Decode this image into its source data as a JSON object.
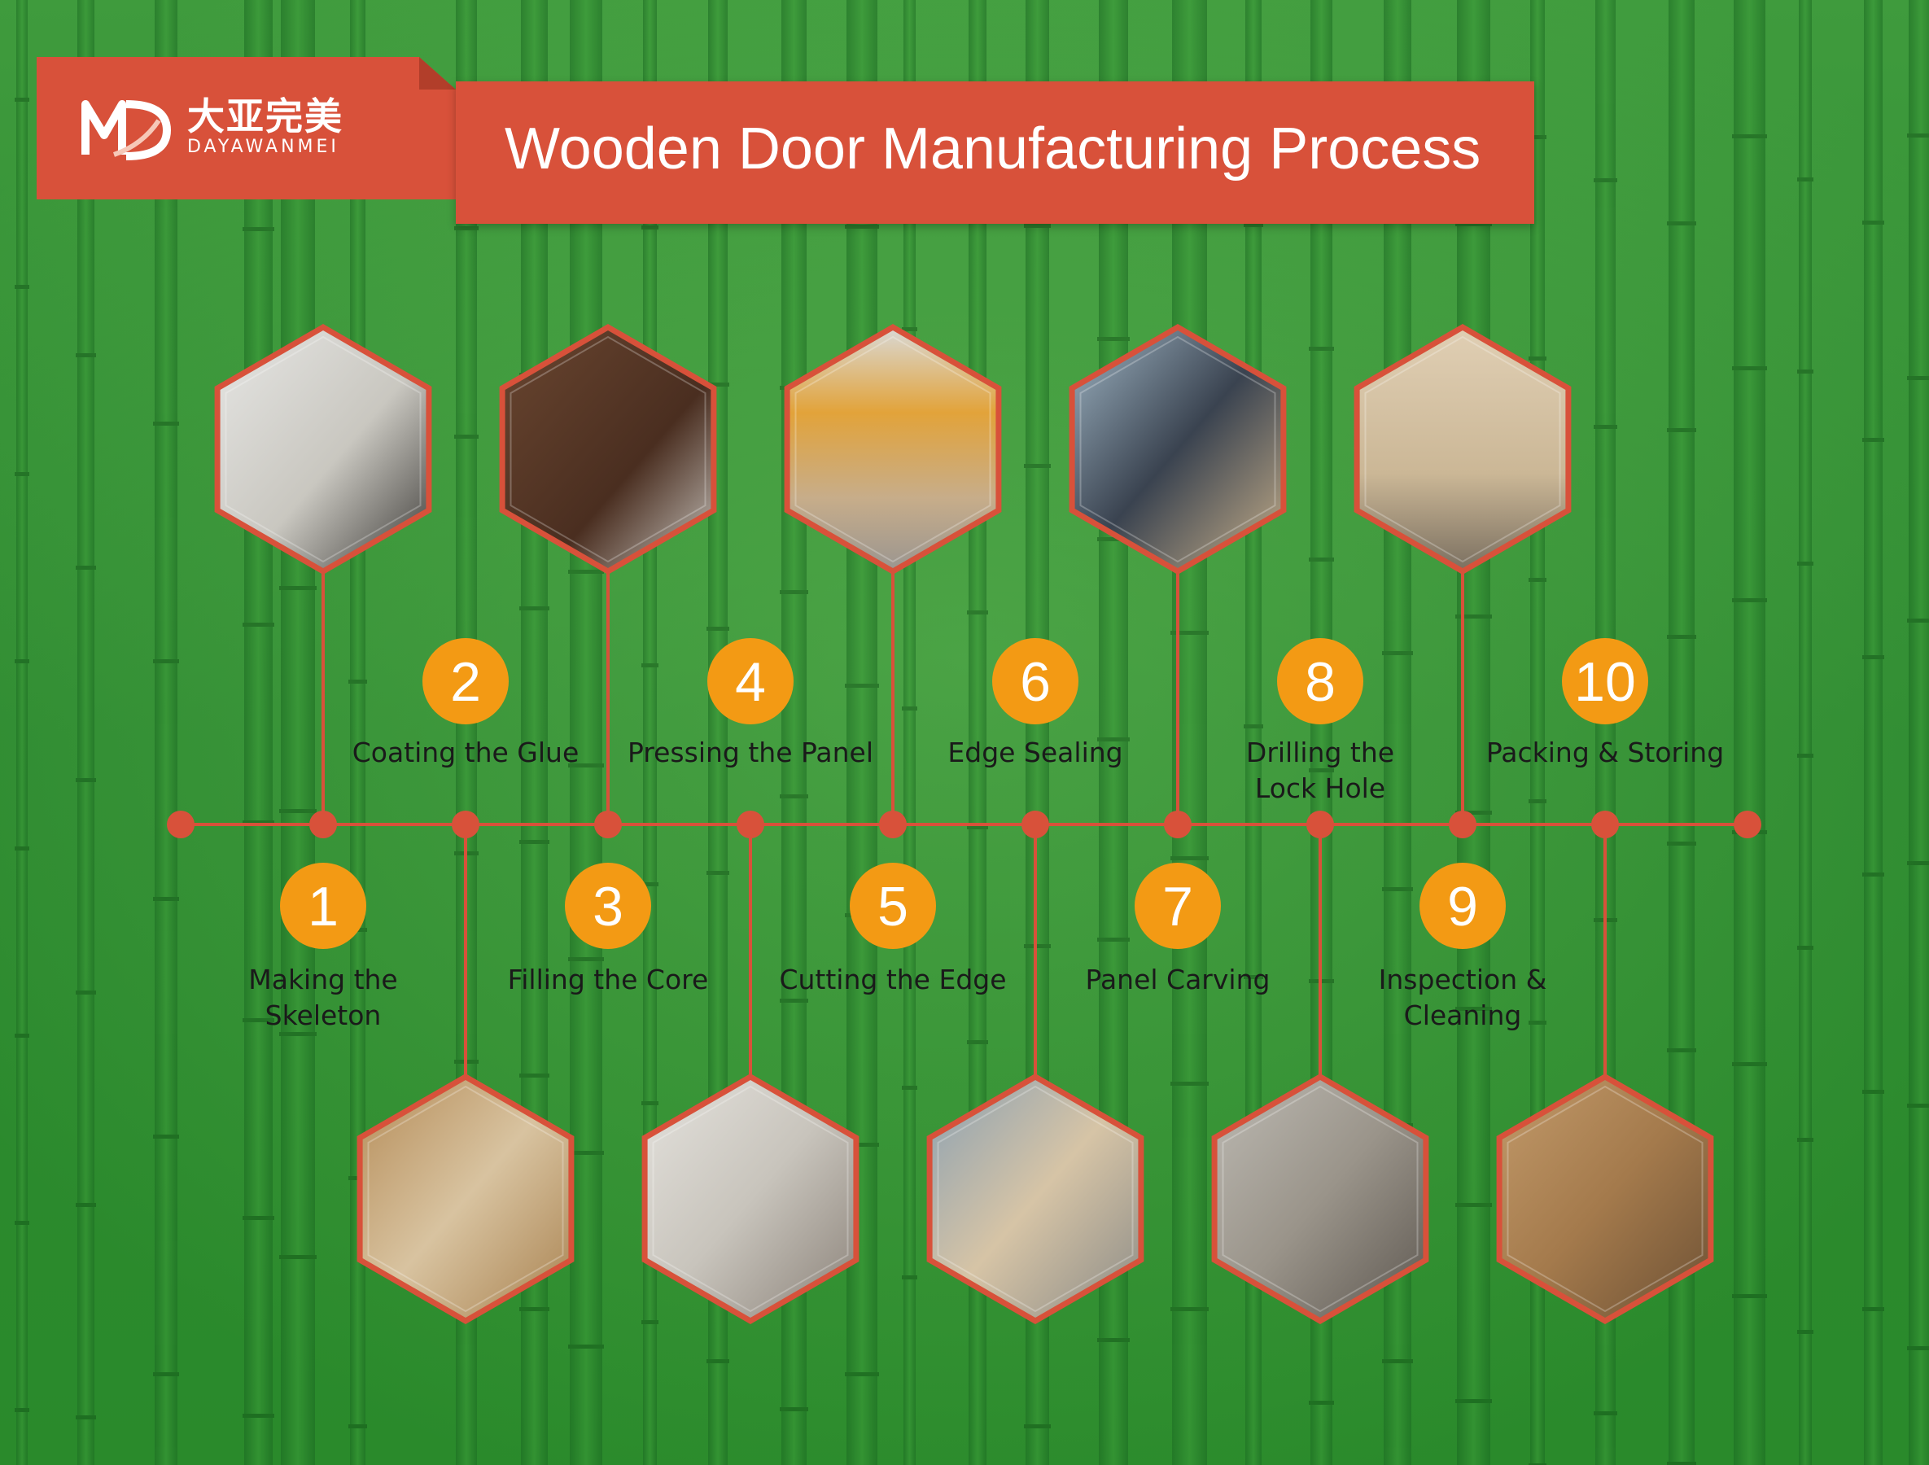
{
  "logo": {
    "cn": "大亚完美",
    "en": "DAYAWANMEI"
  },
  "title": "Wooden Door Manufacturing Process",
  "colors": {
    "accent": "#d8513a",
    "badge": "#f39a14",
    "bamboo_dark": "#1d6f24",
    "bamboo_light": "#4ea84a"
  },
  "steps": [
    {
      "number": "1",
      "label": "Making the\nSkeleton",
      "photo": "worker-assembling-frame"
    },
    {
      "number": "2",
      "label": "Coating the Glue",
      "photo": "glued-core-strips"
    },
    {
      "number": "3",
      "label": "Filling the Core",
      "photo": "dark-veneer-panel"
    },
    {
      "number": "4",
      "label": "Pressing the Panel",
      "photo": "panel-saw-machine"
    },
    {
      "number": "5",
      "label": "Cutting the Edge",
      "photo": "hot-press-machine"
    },
    {
      "number": "6",
      "label": "Edge Sealing",
      "photo": "cnc-router"
    },
    {
      "number": "7",
      "label": "Panel Carving",
      "photo": "workers-at-workbench"
    },
    {
      "number": "8",
      "label": "Drilling the\nLock Hole",
      "photo": "stacked-door-panels"
    },
    {
      "number": "9",
      "label": "Inspection &\nCleaning",
      "photo": "drilled-lock-holes"
    },
    {
      "number": "10",
      "label": "Packing & Storing",
      "photo": "packed-door-boxes"
    }
  ]
}
